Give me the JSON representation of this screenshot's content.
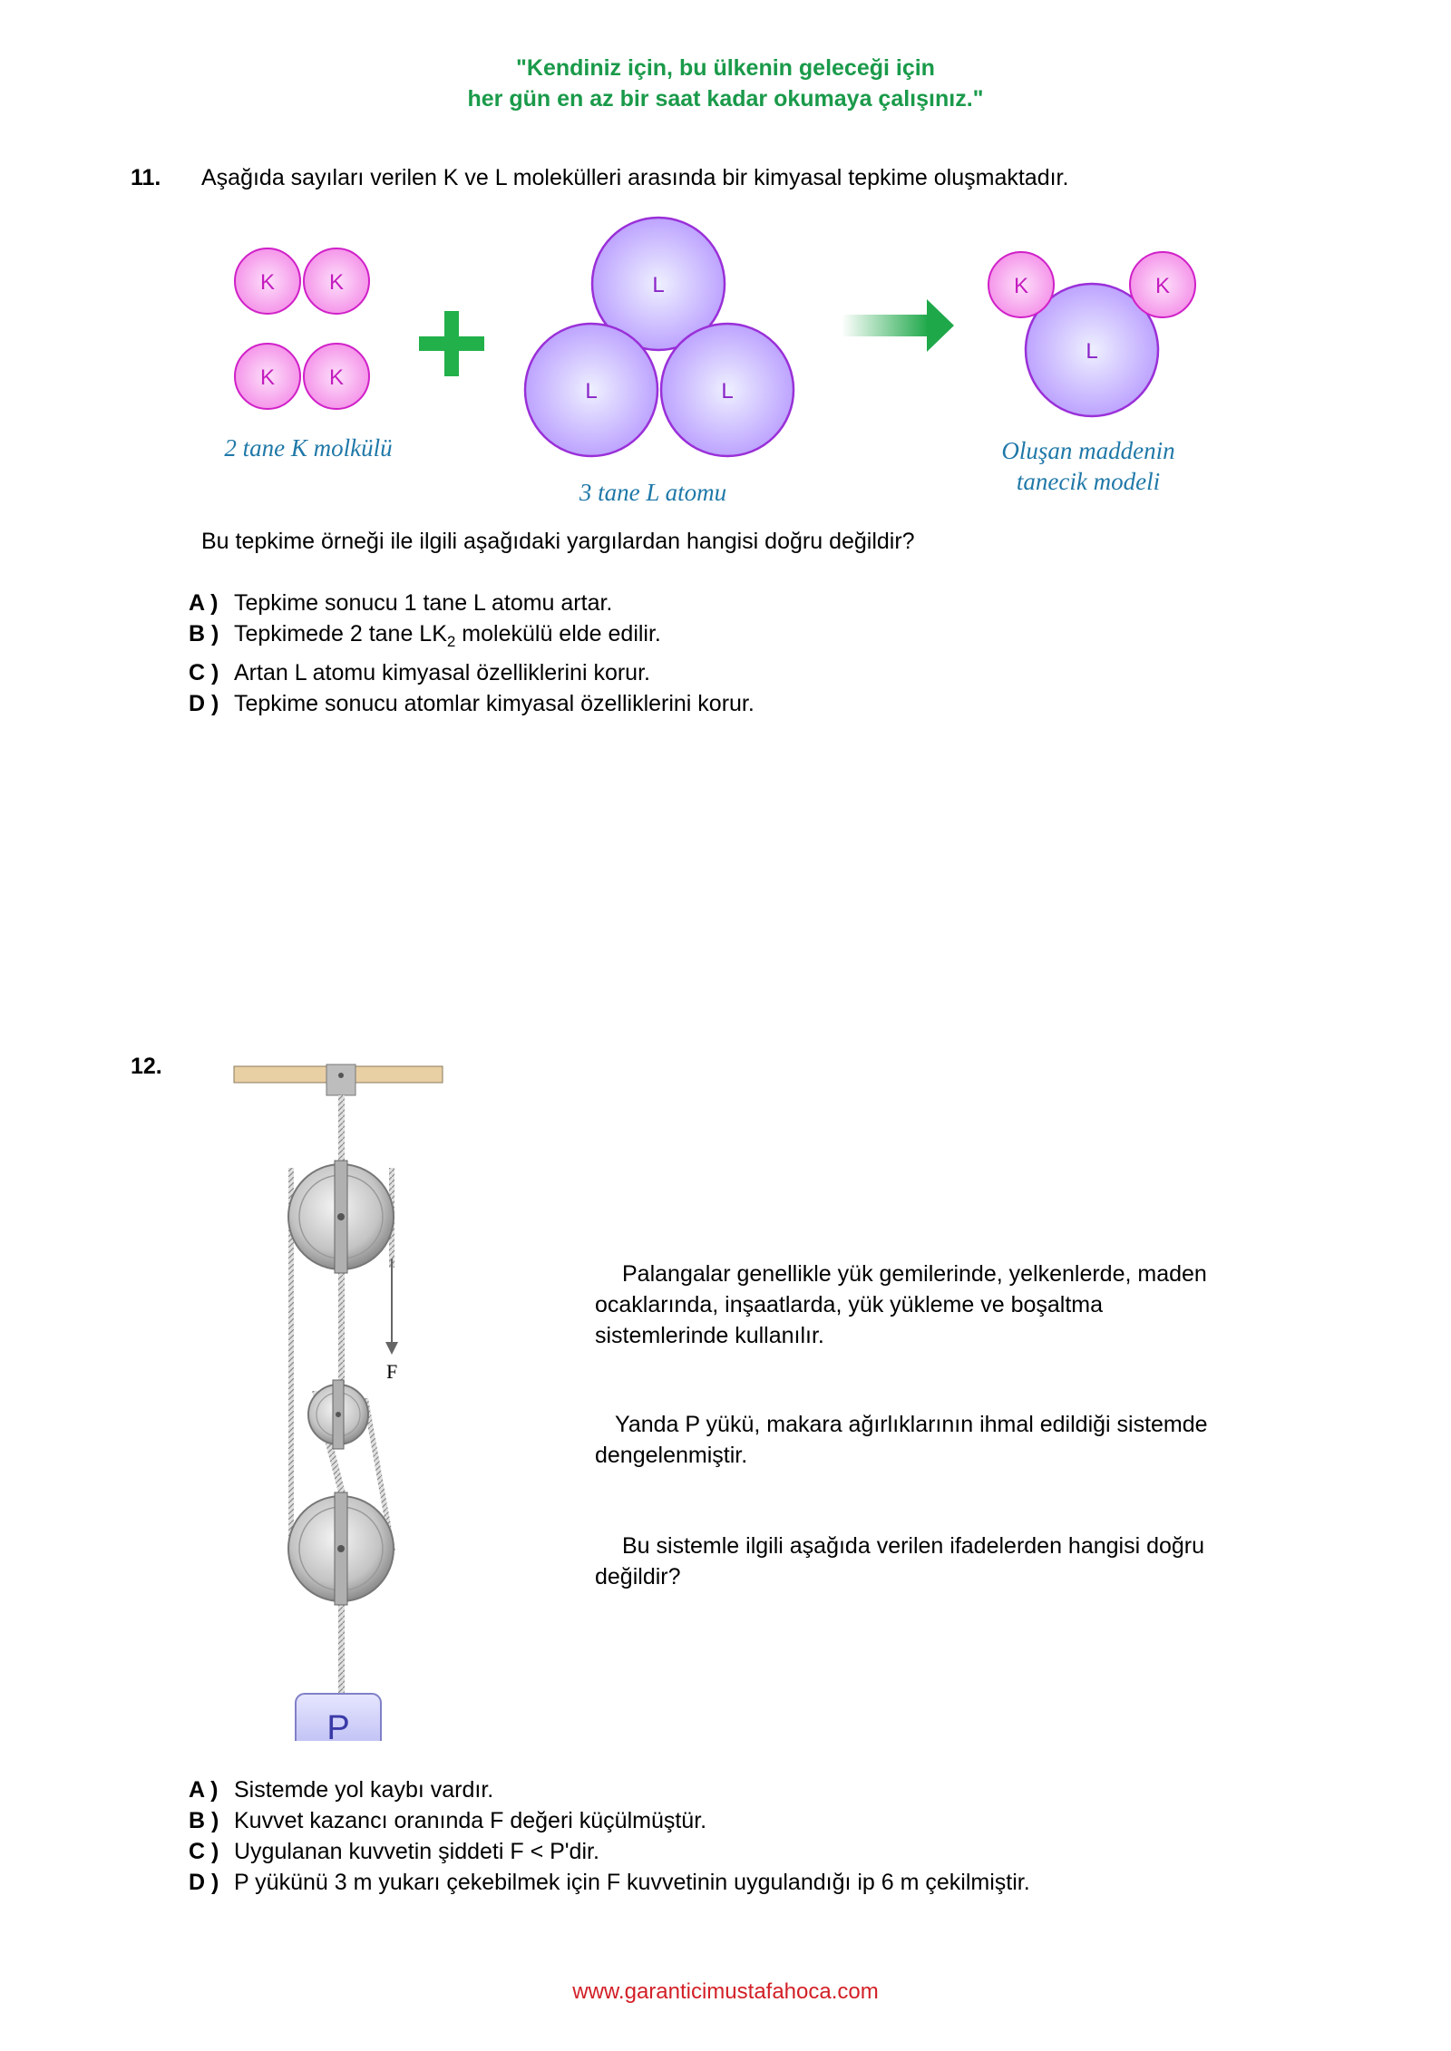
{
  "header": {
    "motto_line1": "\"Kendiniz için, bu ülkenin geleceği için",
    "motto_line2": "her gün en az bir saat kadar okumaya çalışınız.\""
  },
  "q11": {
    "number": "11.",
    "text": "Aşağıda sayıları verilen K ve L molekülleri arasında bir kimyasal tepkime oluşmaktadır.",
    "atom_k": "K",
    "atom_l": "L",
    "caption_k": "2 tane K molkülü",
    "caption_l": "3 tane L atomu",
    "caption_product_line1": "Oluşan maddenin",
    "caption_product_line2": "tanecik modeli",
    "question": "Bu tepkime örneği ile ilgili aşağıdaki yargılardan hangisi doğru değildir?",
    "options": [
      {
        "letter": "A )",
        "text": "Tepkime sonucu 1 tane L atomu artar."
      },
      {
        "letter": "B )",
        "text_before": "Tepkimede 2 tane LK",
        "subscript": "2",
        "text_after": " molekülü elde edilir."
      },
      {
        "letter": "C )",
        "text": "Artan L atomu kimyasal özelliklerini korur."
      },
      {
        "letter": "D )",
        "text": "Tepkime sonucu atomlar kimyasal özelliklerini korur."
      }
    ],
    "colors": {
      "k_fill": "#f8a8f0",
      "k_stroke": "#d020c8",
      "l_fill": "#c8b4ff",
      "l_stroke": "#9a30d8",
      "plus": "#22b04a",
      "arrow": "#22a04a"
    }
  },
  "q12": {
    "number": "12.",
    "force_label": "F",
    "load_label": "P",
    "paragraphs": [
      "Palangalar genellikle yük gemilerinde, yelkenlerde, maden ocaklarında, inşaatlarda, yük yükleme ve boşaltma sistemlerinde kullanılır.",
      "Yanda P yükü, makara ağırlıklarının ihmal edildiği sistemde dengelenmiştir.",
      "Bu sistemle ilgili aşağıda verilen ifadelerden hangisi doğru değildir?"
    ],
    "options": [
      {
        "letter": "A )",
        "text": "Sistemde yol kaybı vardır."
      },
      {
        "letter": "B )",
        "text": "Kuvvet kazancı oranında F değeri küçülmüştür."
      },
      {
        "letter": "C )",
        "text": "Uygulanan kuvvetin şiddeti F < P'dir."
      },
      {
        "letter": "D )",
        "text": "P yükünü 3 m yukarı çekebilmek için F kuvvetinin uygulandığı ip 6 m çekilmiştir."
      }
    ]
  },
  "footer": {
    "url": "www.garanticimustafahoca.com"
  }
}
